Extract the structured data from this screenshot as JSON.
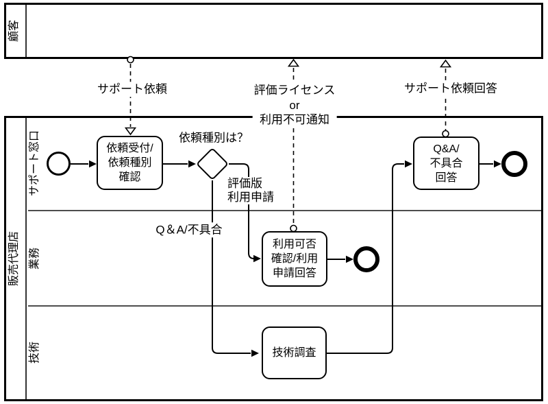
{
  "pools": {
    "customer": {
      "label": "顧客"
    },
    "distributor": {
      "label": "販売代理店",
      "lanes": [
        {
          "label": "サポート窓口"
        },
        {
          "label": "業務"
        },
        {
          "label": "技術"
        }
      ]
    }
  },
  "nodes": {
    "start_event": {
      "type": "start-event"
    },
    "task_intake": {
      "label": "依頼受付/\n依頼種別\n確認"
    },
    "gateway": {
      "label": "依頼種別は？"
    },
    "task_license": {
      "label": "利用可否\n確認/利用\n申請回答"
    },
    "task_tech": {
      "label": "技術調査"
    },
    "task_answer": {
      "label": "Q&A/\n不具合\n回答"
    },
    "end_event_license": {
      "type": "end-event"
    },
    "end_event_answer": {
      "type": "end-event"
    }
  },
  "edge_labels": {
    "eval_request": "評価版\n利用申請",
    "qa_defect": "Q＆A/不具合"
  },
  "message_labels": {
    "support_request": "サポート依頼",
    "license_or_denial": "評価ライセンス\nor\n利用不可通知",
    "support_reply": "サポート依頼回答"
  },
  "colors": {
    "line": "#000000",
    "lane_divider": "#4d4d4d",
    "background": "#ffffff"
  }
}
